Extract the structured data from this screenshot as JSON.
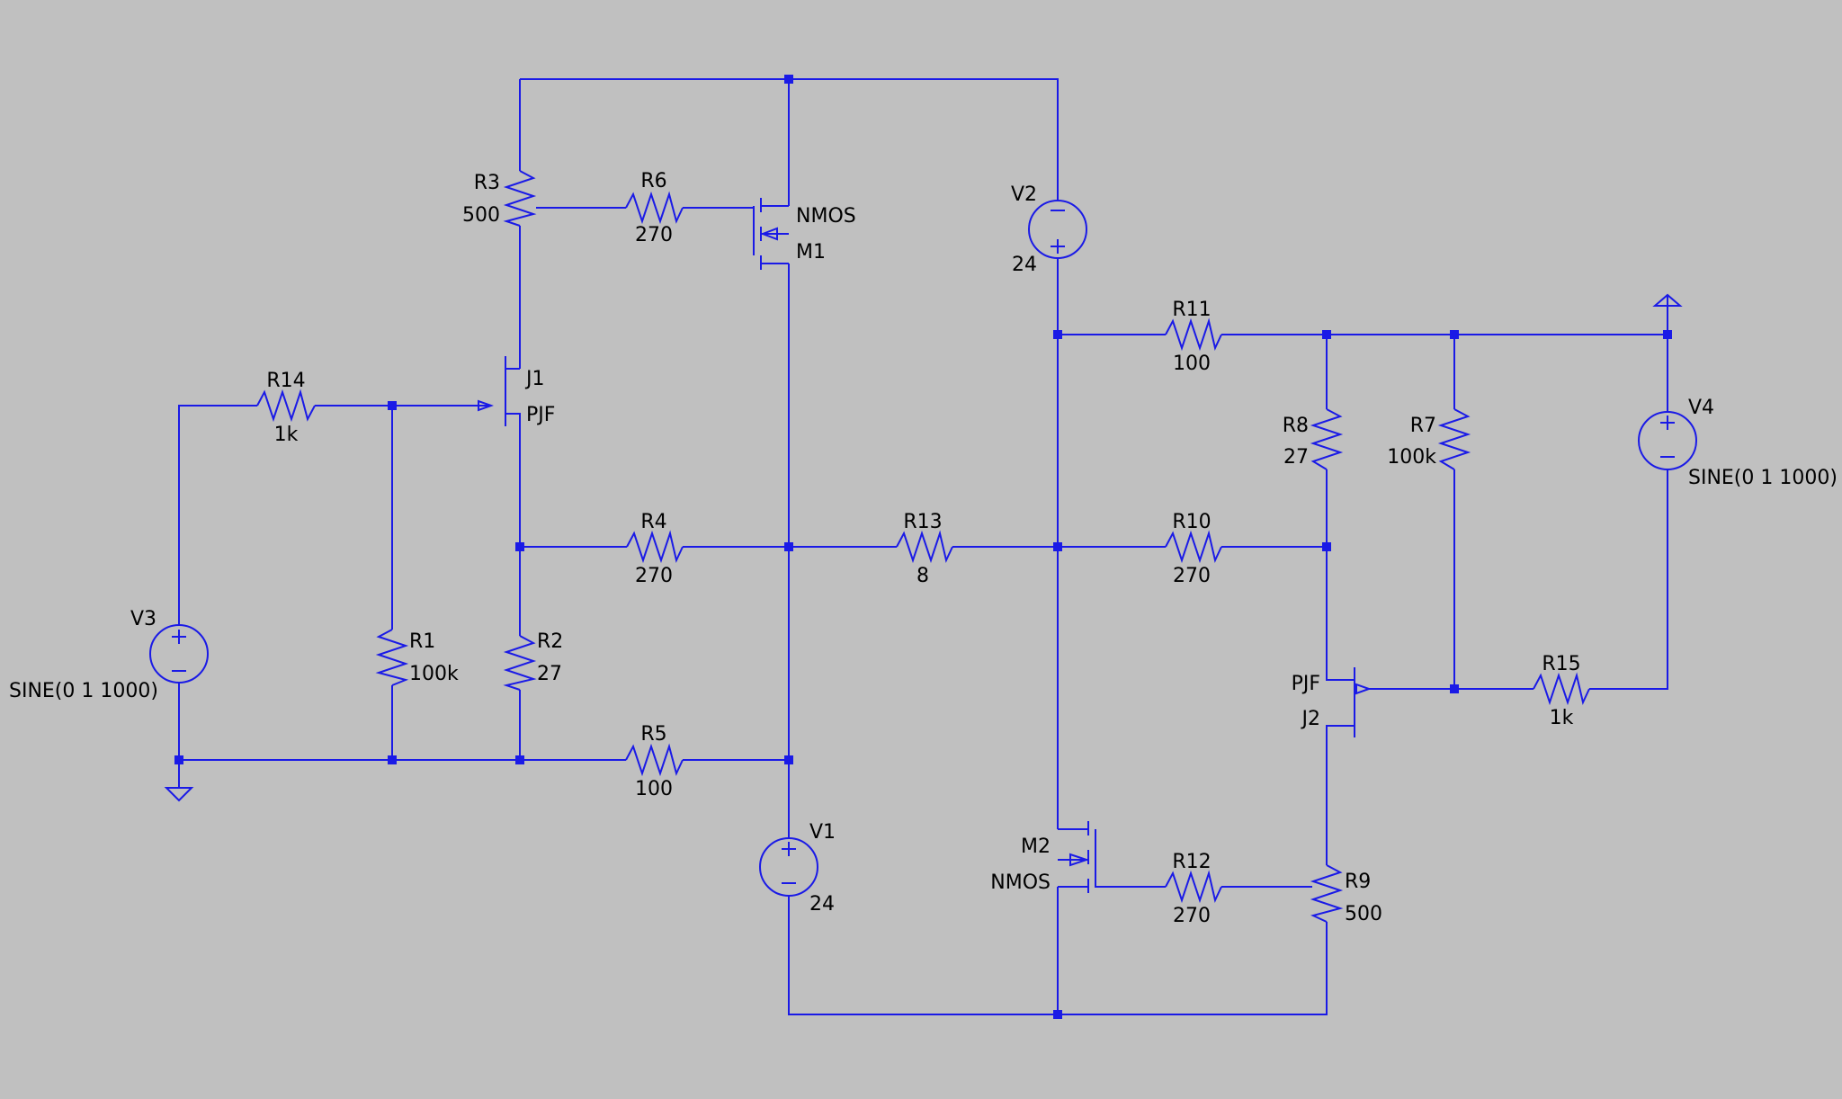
{
  "colors": {
    "background": "#c0c0c0",
    "wire": "#1a1ae6",
    "text": "#000000"
  },
  "components": {
    "R1": {
      "name": "R1",
      "value": "100k"
    },
    "R2": {
      "name": "R2",
      "value": "27"
    },
    "R3": {
      "name": "R3",
      "value": "500"
    },
    "R4": {
      "name": "R4",
      "value": "270"
    },
    "R5": {
      "name": "R5",
      "value": "100"
    },
    "R6": {
      "name": "R6",
      "value": "270"
    },
    "R7": {
      "name": "R7",
      "value": "100k"
    },
    "R8": {
      "name": "R8",
      "value": "27"
    },
    "R9": {
      "name": "R9",
      "value": "500"
    },
    "R10": {
      "name": "R10",
      "value": "270"
    },
    "R11": {
      "name": "R11",
      "value": "100"
    },
    "R12": {
      "name": "R12",
      "value": "270"
    },
    "R13": {
      "name": "R13",
      "value": "8"
    },
    "R14": {
      "name": "R14",
      "value": "1k"
    },
    "R15": {
      "name": "R15",
      "value": "1k"
    },
    "V1": {
      "name": "V1",
      "value": "24"
    },
    "V2": {
      "name": "V2",
      "value": "24"
    },
    "V3": {
      "name": "V3",
      "value": "SINE(0 1 1000)"
    },
    "V4": {
      "name": "V4",
      "value": "SINE(0 1 1000)"
    },
    "M1": {
      "name": "M1",
      "model": "NMOS"
    },
    "M2": {
      "name": "M2",
      "model": "NMOS"
    },
    "J1": {
      "name": "J1",
      "model": "PJF"
    },
    "J2": {
      "name": "J2",
      "model": "PJF"
    }
  }
}
